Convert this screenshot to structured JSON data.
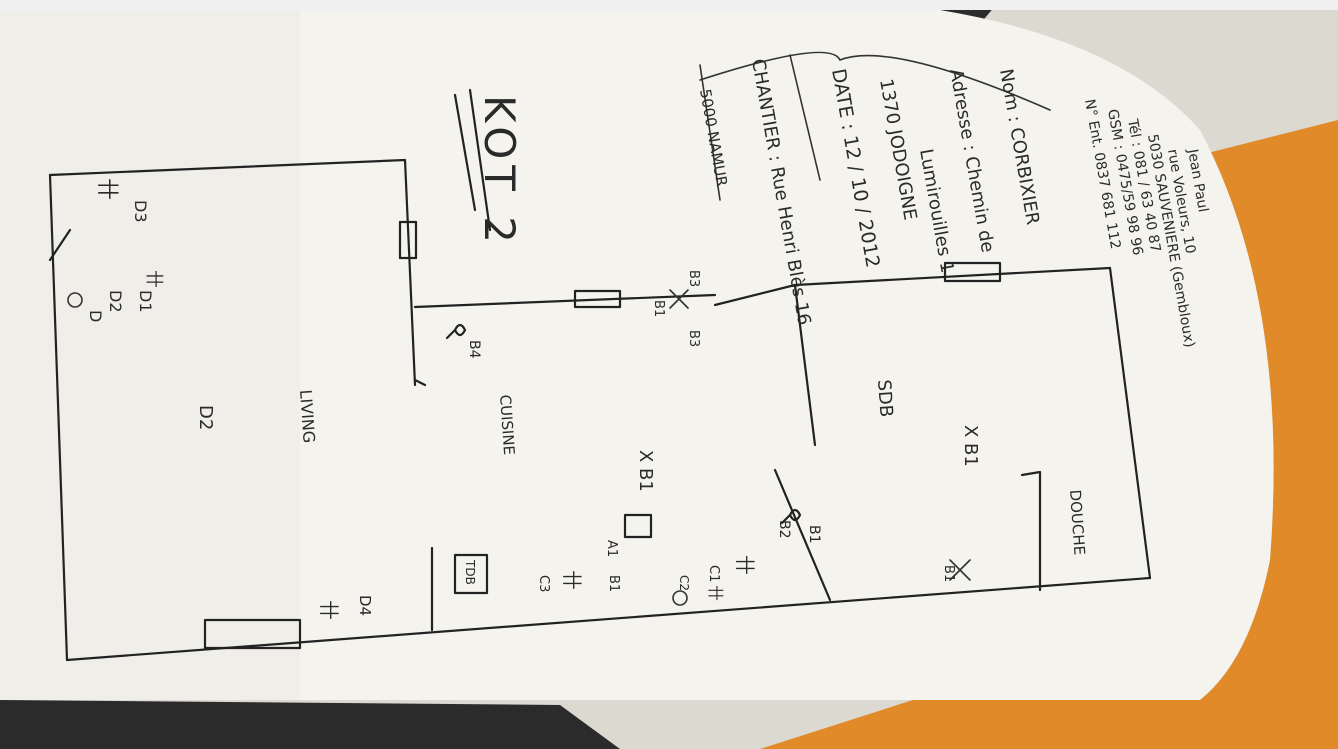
{
  "header": {
    "company_name": "Jean Paul",
    "company_street": "rue Voleurs, 10",
    "company_city": "5030 SAUVENIERE (Gembloux)",
    "company_phone": "Tél : 081 / 63 40 87",
    "company_gsm": "GSM : 0475/59 98 96",
    "company_ent": "N° Ent. 0837 681 112",
    "client": "Nom : CORBIXIER",
    "address_line1": "Adresse : Chemin de",
    "address_line2": "Lumirouilles 1",
    "address_line3": "1370 JODOIGNE",
    "date": "DATE : 12 / 10 / 2012",
    "site_line1": "CHANTIER : Rue Henri Blès 16",
    "site_line2": "5000 NAMUR"
  },
  "plan": {
    "title": "KOT 2",
    "rooms": {
      "living": "LIVING",
      "kitchen": "CUISINE",
      "bathroom": "SDB",
      "shower": "DOUCHE"
    },
    "labels": {
      "d3": "D3",
      "d1": "D1",
      "d2": "D2",
      "d": "D",
      "d2_light": "D2",
      "d4": "D4",
      "b4": "B4",
      "b3_switch": "B3",
      "b1_switch_kitchen": "B1",
      "b1_x": "B1",
      "b2": "B2",
      "b3": "B3",
      "b1_bath": "B1",
      "b1_shower": "B1",
      "b1_bz": "B2",
      "c1": "C1",
      "c2": "C2",
      "c3": "C3",
      "a1": "A1",
      "b1_c": "B1",
      "tdb": "TDB",
      "x_b1": "X B1",
      "x_b1_bath": "X B1"
    }
  },
  "colors": {
    "paper": "#f4f3ee",
    "ink": "#222222",
    "orange": "#e08a2a",
    "dark": "#2b2b2b"
  }
}
